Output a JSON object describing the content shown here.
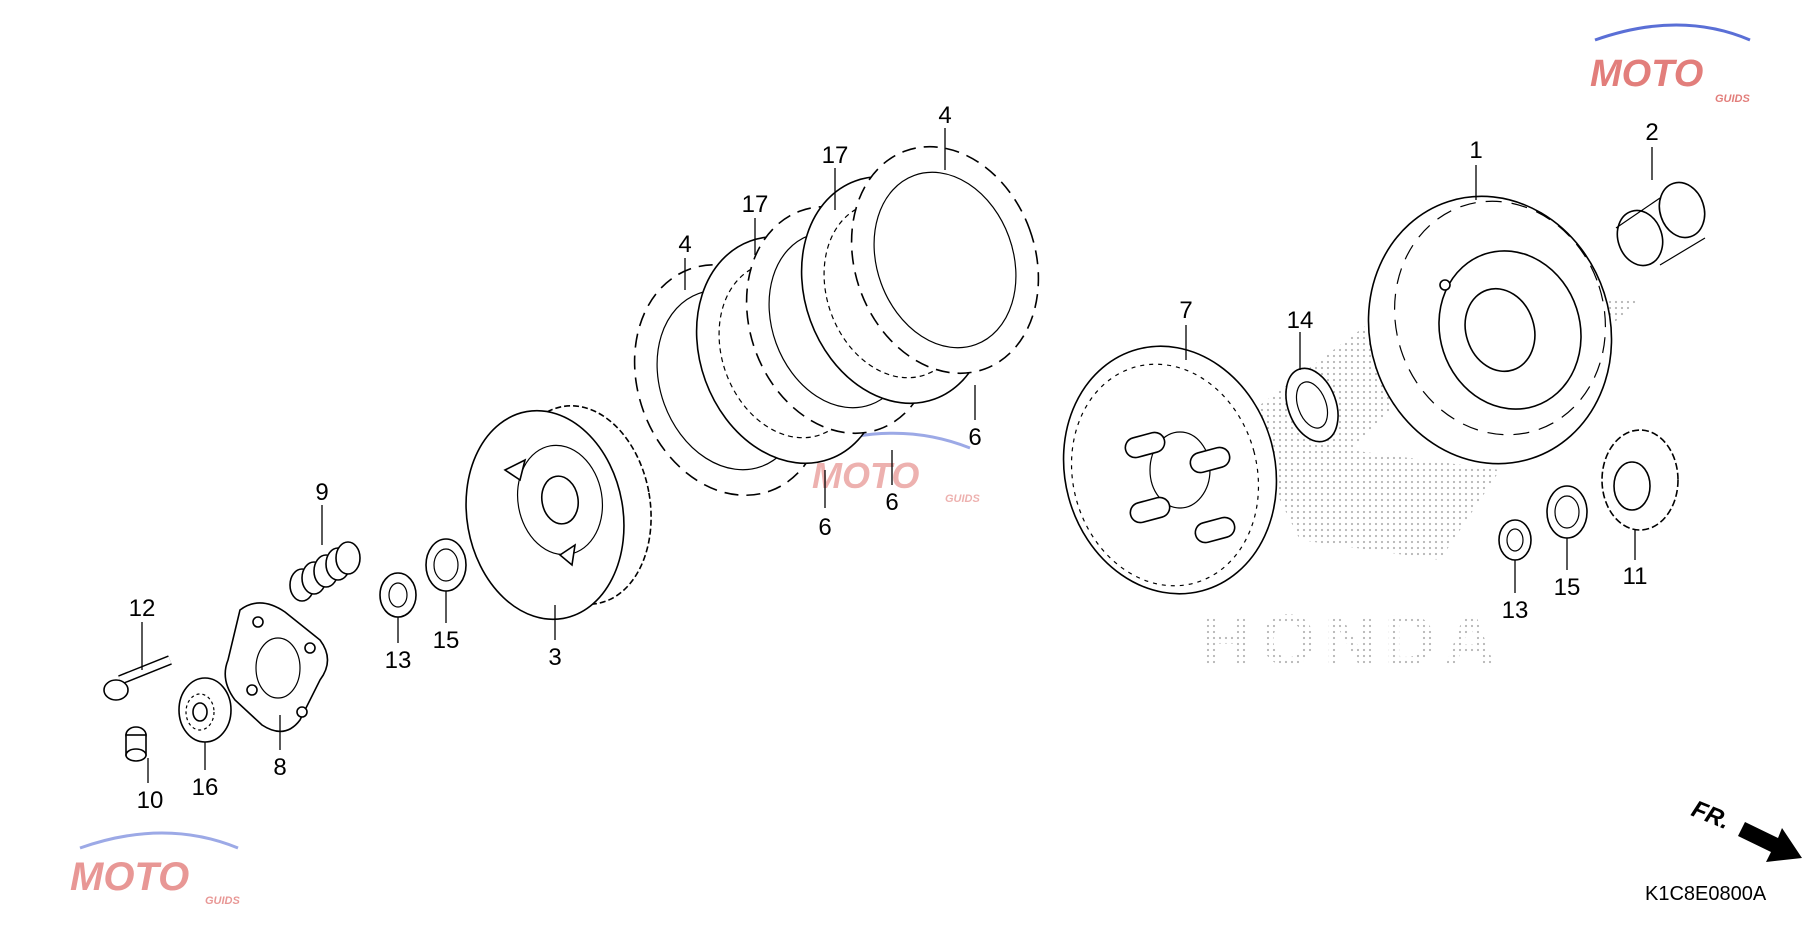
{
  "diagram": {
    "code": "K1C8E0800A",
    "direction_label": "FR.",
    "brand_watermark": "HONDA",
    "callouts": [
      "1",
      "2",
      "3",
      "4",
      "4",
      "6",
      "6",
      "6",
      "7",
      "8",
      "9",
      "10",
      "11",
      "12",
      "13",
      "13",
      "14",
      "15",
      "15",
      "16",
      "17",
      "17"
    ]
  },
  "watermarks": [
    {
      "text": "MOTO",
      "sub": "GUIDS"
    },
    {
      "text": "MOTO",
      "sub": "GUIDS"
    },
    {
      "text": "MOTO",
      "sub": "GUIDS"
    }
  ],
  "colors": {
    "line": "#000000",
    "watermark_red": "#d9534f",
    "watermark_blue": "#5a6fd6",
    "halftone": "#b5b5b5"
  }
}
